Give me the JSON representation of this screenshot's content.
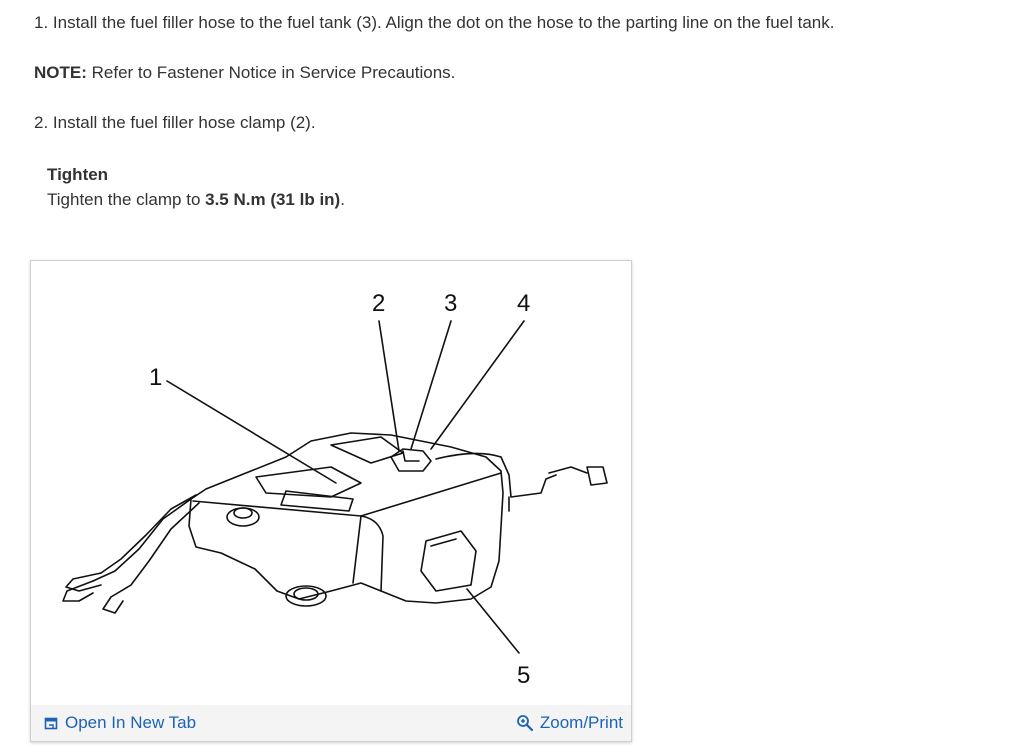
{
  "steps": {
    "step1": "1. Install the fuel filler hose to the fuel tank (3). Align the dot on the hose to the parting line on the fuel tank.",
    "note_label": "NOTE:",
    "note_text": " Refer to Fastener Notice in Service Precautions.",
    "step2": "2. Install the fuel filler hose clamp (2)."
  },
  "tighten": {
    "heading": "Tighten",
    "text_before": "Tighten the clamp to ",
    "value": "3.5 N.m (31 lb in)",
    "text_after": "."
  },
  "figure": {
    "callouts": [
      "1",
      "2",
      "3",
      "4",
      "5"
    ],
    "open_tab_label": "Open In New Tab",
    "zoom_label": "Zoom/Print",
    "link_color": "#1a63b8"
  }
}
